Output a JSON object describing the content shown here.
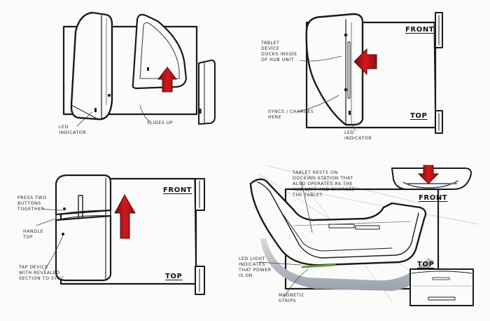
{
  "panels": {
    "top_left": {
      "notes": {
        "led": "LED\nINDICATOR",
        "slides": "SLIDES UP"
      }
    },
    "top_right": {
      "labels": {
        "front": "FRONT",
        "top": "TOP"
      },
      "notes": {
        "docks": "TABLET\nDEVICE\nDOCKS INSIDE\nOF HUB UNIT",
        "syncs": "SYNCS / CHARGES\nHERE",
        "led": "LED\nINDICATOR"
      }
    },
    "bottom_left": {
      "labels": {
        "front": "FRONT",
        "top": "TOP"
      },
      "notes": {
        "press": "PRESS TWO\nBUTTONS\nTOGETHER",
        "handle": "HANDLE\nTOP",
        "tap": "TAP DEVICE\nWITH REVEALED\nSECTION TO SYNC"
      }
    },
    "bottom_right": {
      "labels": {
        "front": "FRONT",
        "top": "TOP"
      },
      "notes": {
        "tablet_rests": "TABLET RESTS ON\nDOCKING STATION THAT\nALSO OPERATES AS THE\nHUB UNIT AND CHARGES\nTHE TABLET",
        "led_light": "LED LIGHT\nINDICATES\nTHAT POWER\nIS ON",
        "magnetic": "MAGNETIC\nSTRIPS"
      }
    }
  },
  "colors": {
    "ink": "#1a1a1a",
    "arrow_red": "#c8191d",
    "arrow_dark": "#7a0c10",
    "shade": "#c9c9cf",
    "led_green": "#6c9a3a"
  }
}
